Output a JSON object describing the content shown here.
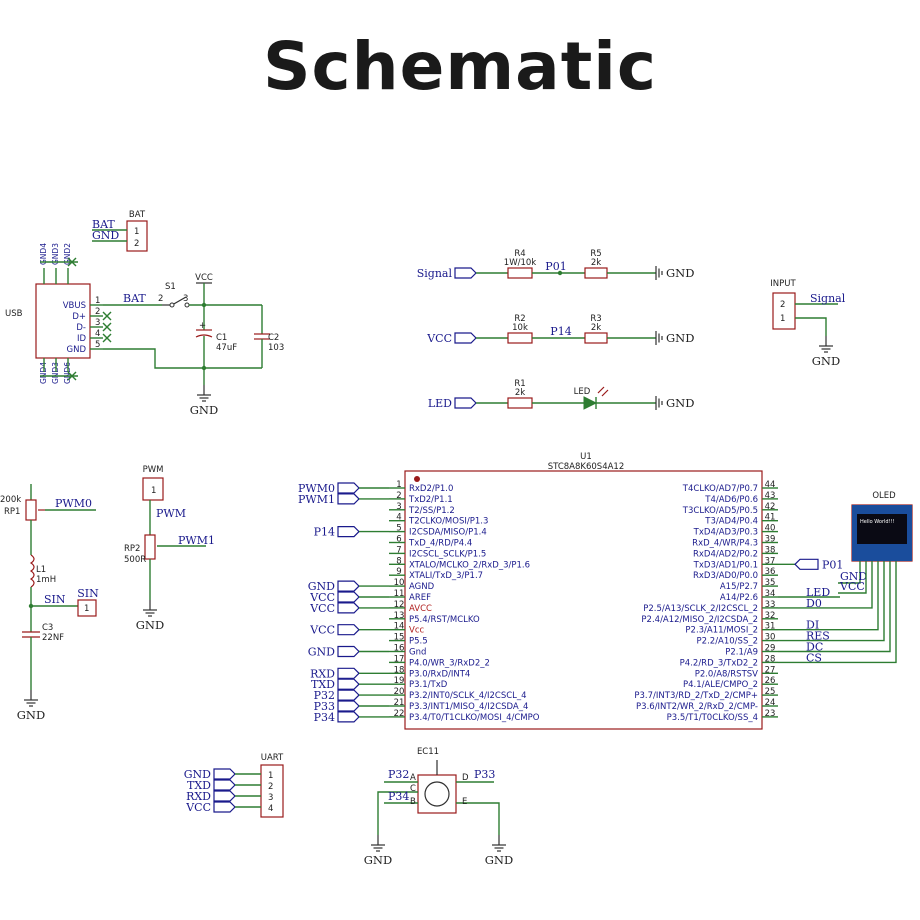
{
  "title": "Schematic",
  "usb": {
    "ref": "USB",
    "pins": [
      "VBUS",
      "D+",
      "D-",
      "ID",
      "GND"
    ],
    "pin_numbers": [
      "1",
      "2",
      "3",
      "4",
      "5"
    ],
    "top_pins": [
      "GND4",
      "GND3",
      "GND2"
    ],
    "bottom_pins": [
      "GND4",
      "GND3",
      "GND6"
    ]
  },
  "bat": {
    "ref": "BAT",
    "nets": [
      "BAT",
      "GND"
    ],
    "pins": [
      "1",
      "2"
    ]
  },
  "switch": {
    "ref": "S1",
    "pins": [
      "2",
      "3"
    ],
    "vcc": "VCC",
    "net": "BAT"
  },
  "caps_power": [
    {
      "ref": "C1",
      "value": "47uF"
    },
    {
      "ref": "C2",
      "value": "103"
    }
  ],
  "gnd_label": "GND",
  "resistors_top": {
    "signal_row": {
      "port": "Signal",
      "r1_ref": "R4",
      "r1_val": "1W/10k",
      "net": "P01",
      "r2_ref": "R5",
      "r2_val": "2k"
    },
    "vcc_row": {
      "port": "VCC",
      "r1_ref": "R2",
      "r1_val": "10k",
      "net": "P14",
      "r2_ref": "R3",
      "r2_val": "2k"
    },
    "led_row": {
      "port": "LED",
      "r_ref": "R1",
      "r_val": "2k",
      "led_ref": "LED"
    }
  },
  "input": {
    "ref": "INPUT",
    "pins": [
      "2",
      "1"
    ],
    "net": "Signal"
  },
  "rp1": {
    "ref": "RP1",
    "value": "200k",
    "net": "PWM0",
    "l_ref": "L1",
    "l_val": "1mH",
    "sin_ref": "SIN",
    "sin_net": "SIN",
    "sin_pin": "1",
    "c_ref": "C3",
    "c_val": "22NF"
  },
  "pwm": {
    "ref": "PWM",
    "pin": "1",
    "net": "PWM",
    "rp2_ref": "RP2",
    "rp2_val": "500R",
    "net2": "PWM1"
  },
  "mcu": {
    "ref": "U1",
    "part": "STC8A8K60S4A12",
    "left_pins": [
      {
        "n": "1",
        "name": "RxD2/P1.0",
        "port": "PWM0"
      },
      {
        "n": "2",
        "name": "TxD2/P1.1",
        "port": "PWM1"
      },
      {
        "n": "3",
        "name": "T2/SS/P1.2",
        "port": ""
      },
      {
        "n": "4",
        "name": "T2CLKO/MOSI/P1.3",
        "port": ""
      },
      {
        "n": "5",
        "name": "I2CSDA/MISO/P1.4",
        "port": "P14"
      },
      {
        "n": "6",
        "name": "TxD_4/RD/P4.4",
        "port": ""
      },
      {
        "n": "7",
        "name": "I2CSCL_SCLK/P1.5",
        "port": ""
      },
      {
        "n": "8",
        "name": "XTALO/MCLKO_2/RxD_3/P1.6",
        "port": ""
      },
      {
        "n": "9",
        "name": "XTALI/TxD_3/P1.7",
        "port": ""
      },
      {
        "n": "10",
        "name": "AGND",
        "port": "GND"
      },
      {
        "n": "11",
        "name": "AREF",
        "port": "VCC"
      },
      {
        "n": "12",
        "name": "AVCC",
        "port": "VCC"
      },
      {
        "n": "13",
        "name": "P5.4/RST/MCLKO",
        "port": ""
      },
      {
        "n": "14",
        "name": "Vcc",
        "port": "VCC"
      },
      {
        "n": "15",
        "name": "P5.5",
        "port": ""
      },
      {
        "n": "16",
        "name": "Gnd",
        "port": "GND"
      },
      {
        "n": "17",
        "name": "P4.0/WR_3/RxD2_2",
        "port": ""
      },
      {
        "n": "18",
        "name": "P3.0/RxD/INT4",
        "port": "RXD"
      },
      {
        "n": "19",
        "name": "P3.1/TxD",
        "port": "TXD"
      },
      {
        "n": "20",
        "name": "P3.2/INT0/SCLK_4/I2CSCL_4",
        "port": "P32"
      },
      {
        "n": "21",
        "name": "P3.3/INT1/MISO_4/I2CSDA_4",
        "port": "P33"
      },
      {
        "n": "22",
        "name": "P3.4/T0/T1CLKO/MOSI_4/CMPO",
        "port": "P34"
      }
    ],
    "right_pins": [
      {
        "n": "44",
        "name": "T4CLKO/AD7/P0.7",
        "net": ""
      },
      {
        "n": "43",
        "name": "T4/AD6/P0.6",
        "net": ""
      },
      {
        "n": "42",
        "name": "T3CLKO/AD5/P0.5",
        "net": ""
      },
      {
        "n": "41",
        "name": "T3/AD4/P0.4",
        "net": ""
      },
      {
        "n": "40",
        "name": "TxD4/AD3/P0.3",
        "net": ""
      },
      {
        "n": "39",
        "name": "RxD_4/WR/P4.3",
        "net": ""
      },
      {
        "n": "38",
        "name": "RxD4/AD2/P0.2",
        "net": ""
      },
      {
        "n": "37",
        "name": "TxD3/AD1/P0.1",
        "net": "P01"
      },
      {
        "n": "36",
        "name": "RxD3/AD0/P0.0",
        "net": ""
      },
      {
        "n": "35",
        "name": "A15/P2.7",
        "net": ""
      },
      {
        "n": "34",
        "name": "A14/P2.6",
        "net": "LED"
      },
      {
        "n": "33",
        "name": "P2.5/A13/SCLK_2/I2CSCL_2",
        "net": "D0"
      },
      {
        "n": "32",
        "name": "P2.4/A12/MISO_2/I2CSDA_2",
        "net": ""
      },
      {
        "n": "31",
        "name": "P2.3/A11/MOSI_2",
        "net": "DI"
      },
      {
        "n": "30",
        "name": "P2.2/A10/SS_2",
        "net": "RES"
      },
      {
        "n": "29",
        "name": "P2.1/A9",
        "net": "DC"
      },
      {
        "n": "28",
        "name": "P4.2/RD_3/TxD2_2",
        "net": "CS"
      },
      {
        "n": "27",
        "name": "P2.0/A8/RSTSV",
        "net": ""
      },
      {
        "n": "26",
        "name": "P4.1/ALE/CMPO_2",
        "net": ""
      },
      {
        "n": "25",
        "name": "P3.7/INT3/RD_2/TxD_2/CMP+",
        "net": ""
      },
      {
        "n": "24",
        "name": "P3.6/INT2/WR_2/RxD_2/CMP-",
        "net": ""
      },
      {
        "n": "23",
        "name": "P3.5/T1/T0CLKO/SS_4",
        "net": ""
      }
    ]
  },
  "oled": {
    "ref": "OLED",
    "screen_text": "Hello World!!!",
    "nets": [
      "GND",
      "VCC"
    ]
  },
  "uart": {
    "ref": "UART",
    "ports": [
      "GND",
      "TXD",
      "RXD",
      "VCC"
    ],
    "pins": [
      "1",
      "2",
      "3",
      "4"
    ]
  },
  "ec11": {
    "ref": "EC11",
    "left_top": "P32",
    "right_top": "P33",
    "left_bot": "P34",
    "pins": [
      "A",
      "C",
      "B",
      "D",
      "E"
    ]
  },
  "colors": {
    "wire": "#2e7d32",
    "net_text": "#1a1a8c",
    "component": "#9a1a1a"
  }
}
